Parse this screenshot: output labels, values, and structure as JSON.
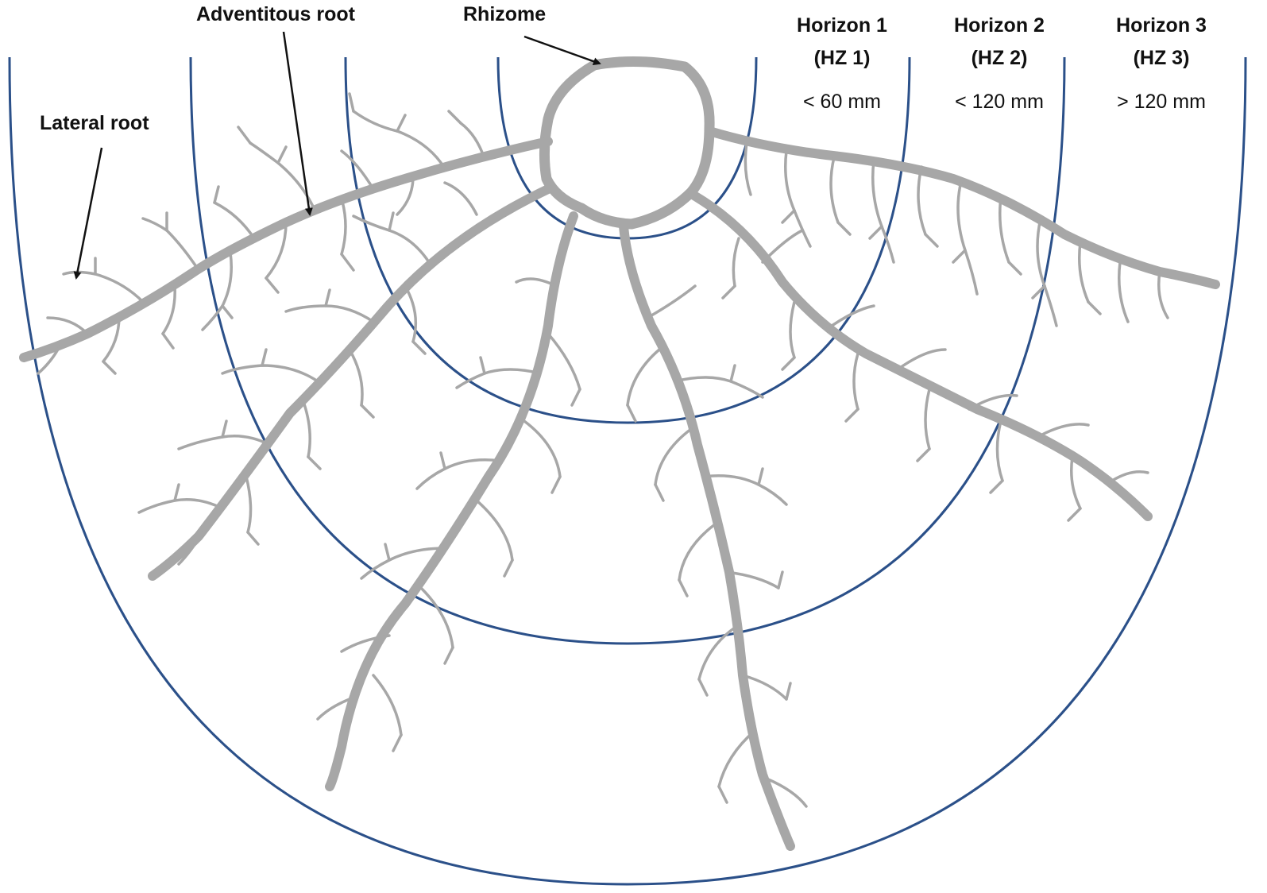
{
  "labels": {
    "rhizome": "Rhizome",
    "adventitious_root": "Adventitous root",
    "lateral_root": "Lateral root"
  },
  "horizons": [
    {
      "title": "Horizon 1",
      "code": "(HZ 1)",
      "range": "< 60 mm"
    },
    {
      "title": "Horizon 2",
      "code": "(HZ 2)",
      "range": "< 120 mm"
    },
    {
      "title": "Horizon 3",
      "code": "(HZ 3)",
      "range": "> 120 mm"
    }
  ],
  "colors": {
    "horizon_line": "#2b5089",
    "root": "#a7a7a7",
    "arrow": "#111111"
  }
}
